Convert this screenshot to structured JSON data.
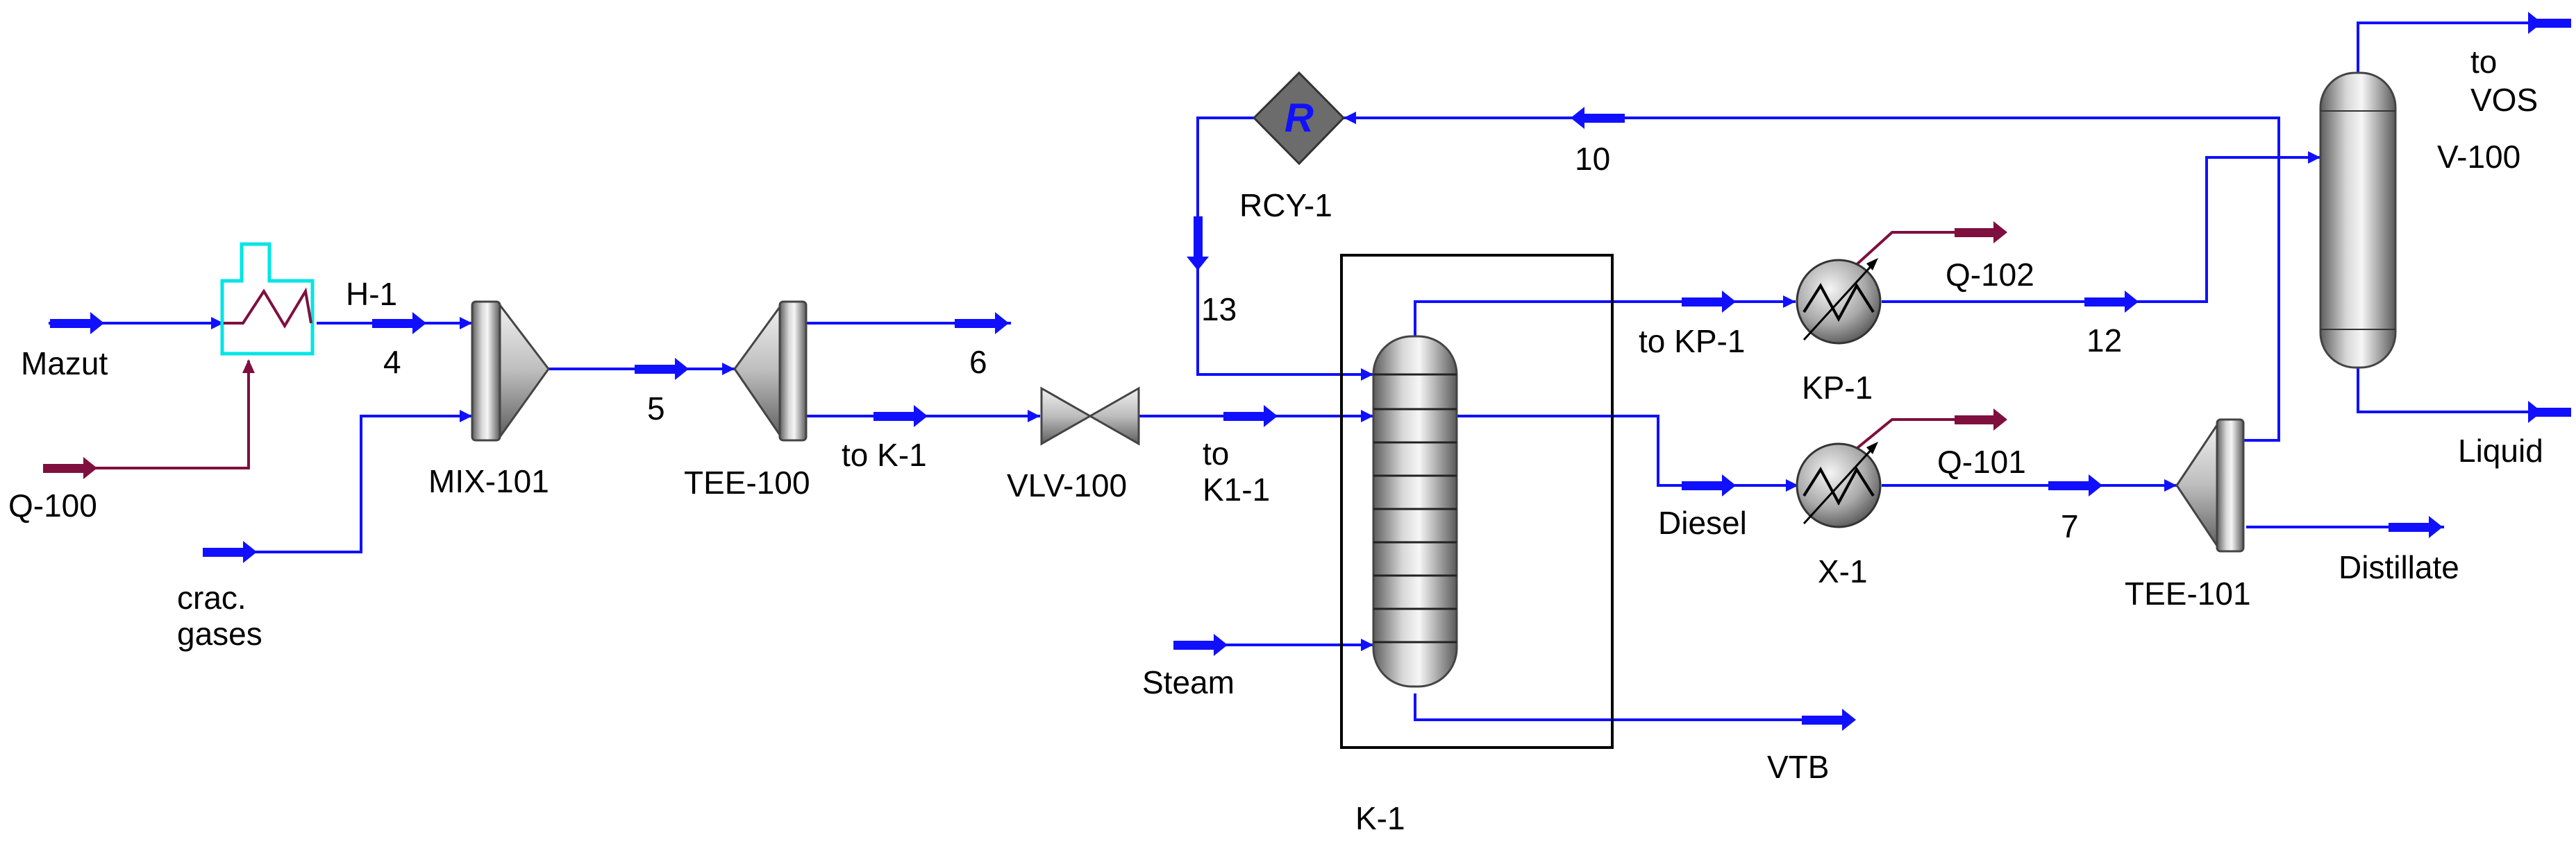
{
  "colors": {
    "material": "#1010ff",
    "energy": "#7f0f3f",
    "heater": "#00e5e5",
    "equipment_dark": "#6c6c6c"
  },
  "labels": {
    "mazut": "Mazut",
    "q100": "Q-100",
    "crac_line1": "crac.",
    "crac_line2": "gases",
    "h1": "H-1",
    "stream4": "4",
    "mix101": "MIX-101",
    "stream5": "5",
    "tee100": "TEE-100",
    "stream6": "6",
    "to_k1": "to K-1",
    "vlv100": "VLV-100",
    "to_k11_line1": "to",
    "to_k11_line2": "K1-1",
    "rcy_symbol": "R",
    "rcy1": "RCY-1",
    "stream10": "10",
    "stream13": "13",
    "steam": "Steam",
    "k1": "K-1",
    "vtb": "VTB",
    "to_kp1": "to KP-1",
    "kp1": "KP-1",
    "q102": "Q-102",
    "stream12": "12",
    "diesel": "Diesel",
    "x1": "X-1",
    "q101": "Q-101",
    "stream7": "7",
    "tee101": "TEE-101",
    "distillate": "Distillate",
    "to_vos_line1": "to",
    "to_vos_line2": "VOS",
    "v100": "V-100",
    "liquid": "Liquid"
  }
}
